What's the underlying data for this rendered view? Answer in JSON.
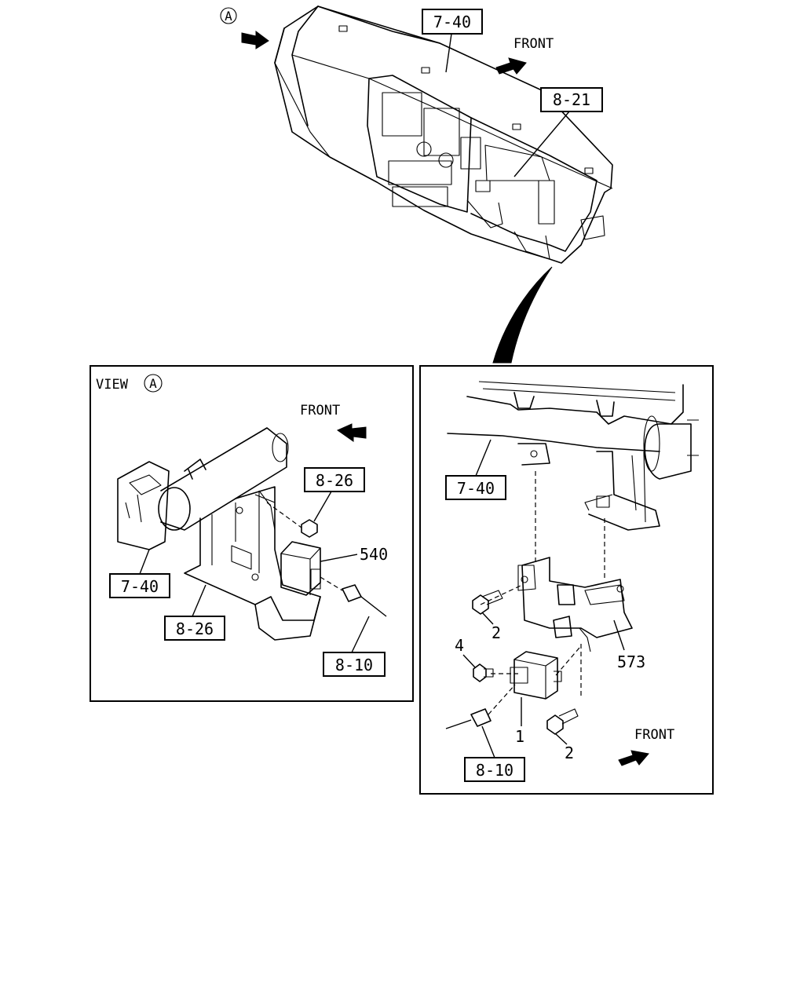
{
  "top_view": {
    "view_marker": "A",
    "front_label": "FRONT",
    "callouts": {
      "dashboard_ref": "7-40",
      "instrument_ref": "8-21"
    }
  },
  "view_a_panel": {
    "title": "VIEW",
    "view_marker": "A",
    "front_label": "FRONT",
    "callouts": {
      "ref_8_26_top": "8-26",
      "part_540": "540",
      "ref_7_40": "7-40",
      "ref_8_26_bottom": "8-26",
      "ref_8_10": "8-10"
    }
  },
  "detail_panel": {
    "front_label": "FRONT",
    "callouts": {
      "ref_7_40": "7-40",
      "part_2_upper": "2",
      "part_4": "4",
      "part_573": "573",
      "part_1": "1",
      "part_2_lower": "2",
      "ref_8_10": "8-10"
    }
  }
}
